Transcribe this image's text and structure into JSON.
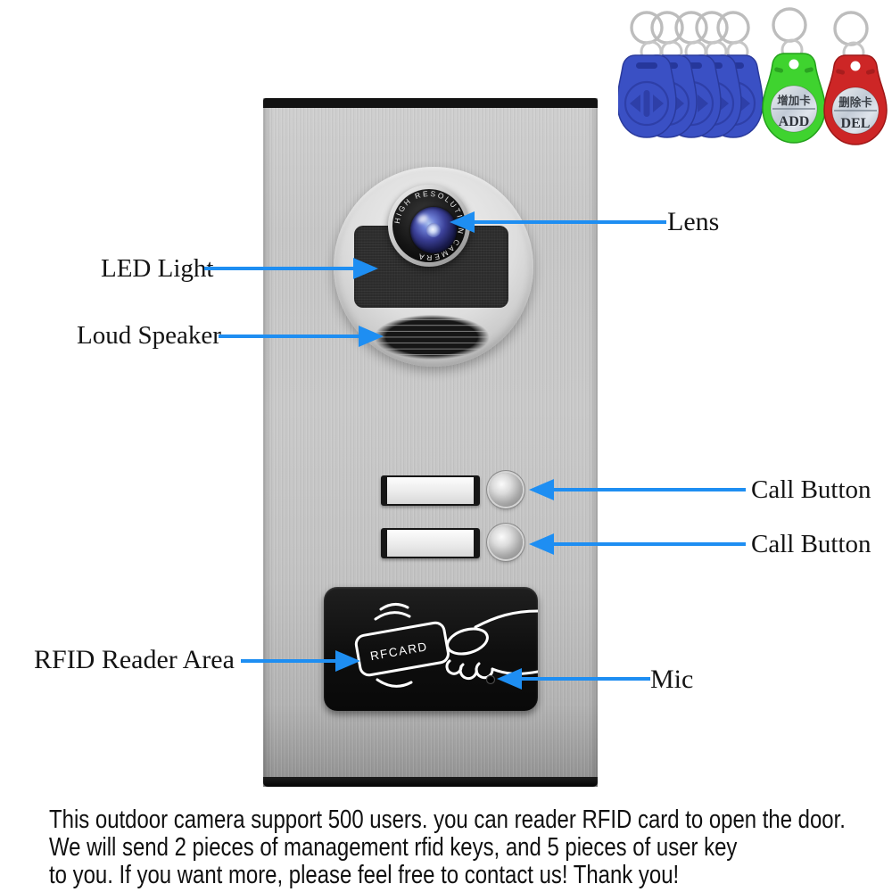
{
  "labels": {
    "lens": "Lens",
    "led_light": "LED Light",
    "loud_speaker": "Loud Speaker",
    "call_button_1": "Call Button",
    "call_button_2": "Call Button",
    "rfid_reader": "RFID Reader Area",
    "mic": "Mic"
  },
  "device": {
    "camera_ring_text": "HIGH RESOLUTION CAMERA",
    "rfid_card_text": "RFCARD"
  },
  "keyfobs": {
    "blue_count": 5,
    "add_fob": {
      "line1": "增加卡",
      "line2": "ADD"
    },
    "del_fob": {
      "line1": "删除卡",
      "line2": "DEL"
    }
  },
  "description": {
    "lines": [
      "This outdoor camera support 500 users. you can reader RFID card to open the door.",
      "We will send 2 pieces of management rfid keys, and 5 pieces of user key",
      "to you. If you want more, please feel free to contact us! Thank you!"
    ]
  },
  "colors": {
    "arrow": "#1e8ef2",
    "fob_blue": "#3a50c4",
    "fob_green": "#3fd32f",
    "fob_red": "#cd2626",
    "panel_silver": "#c3c3c3",
    "rfid_black": "#141414"
  }
}
